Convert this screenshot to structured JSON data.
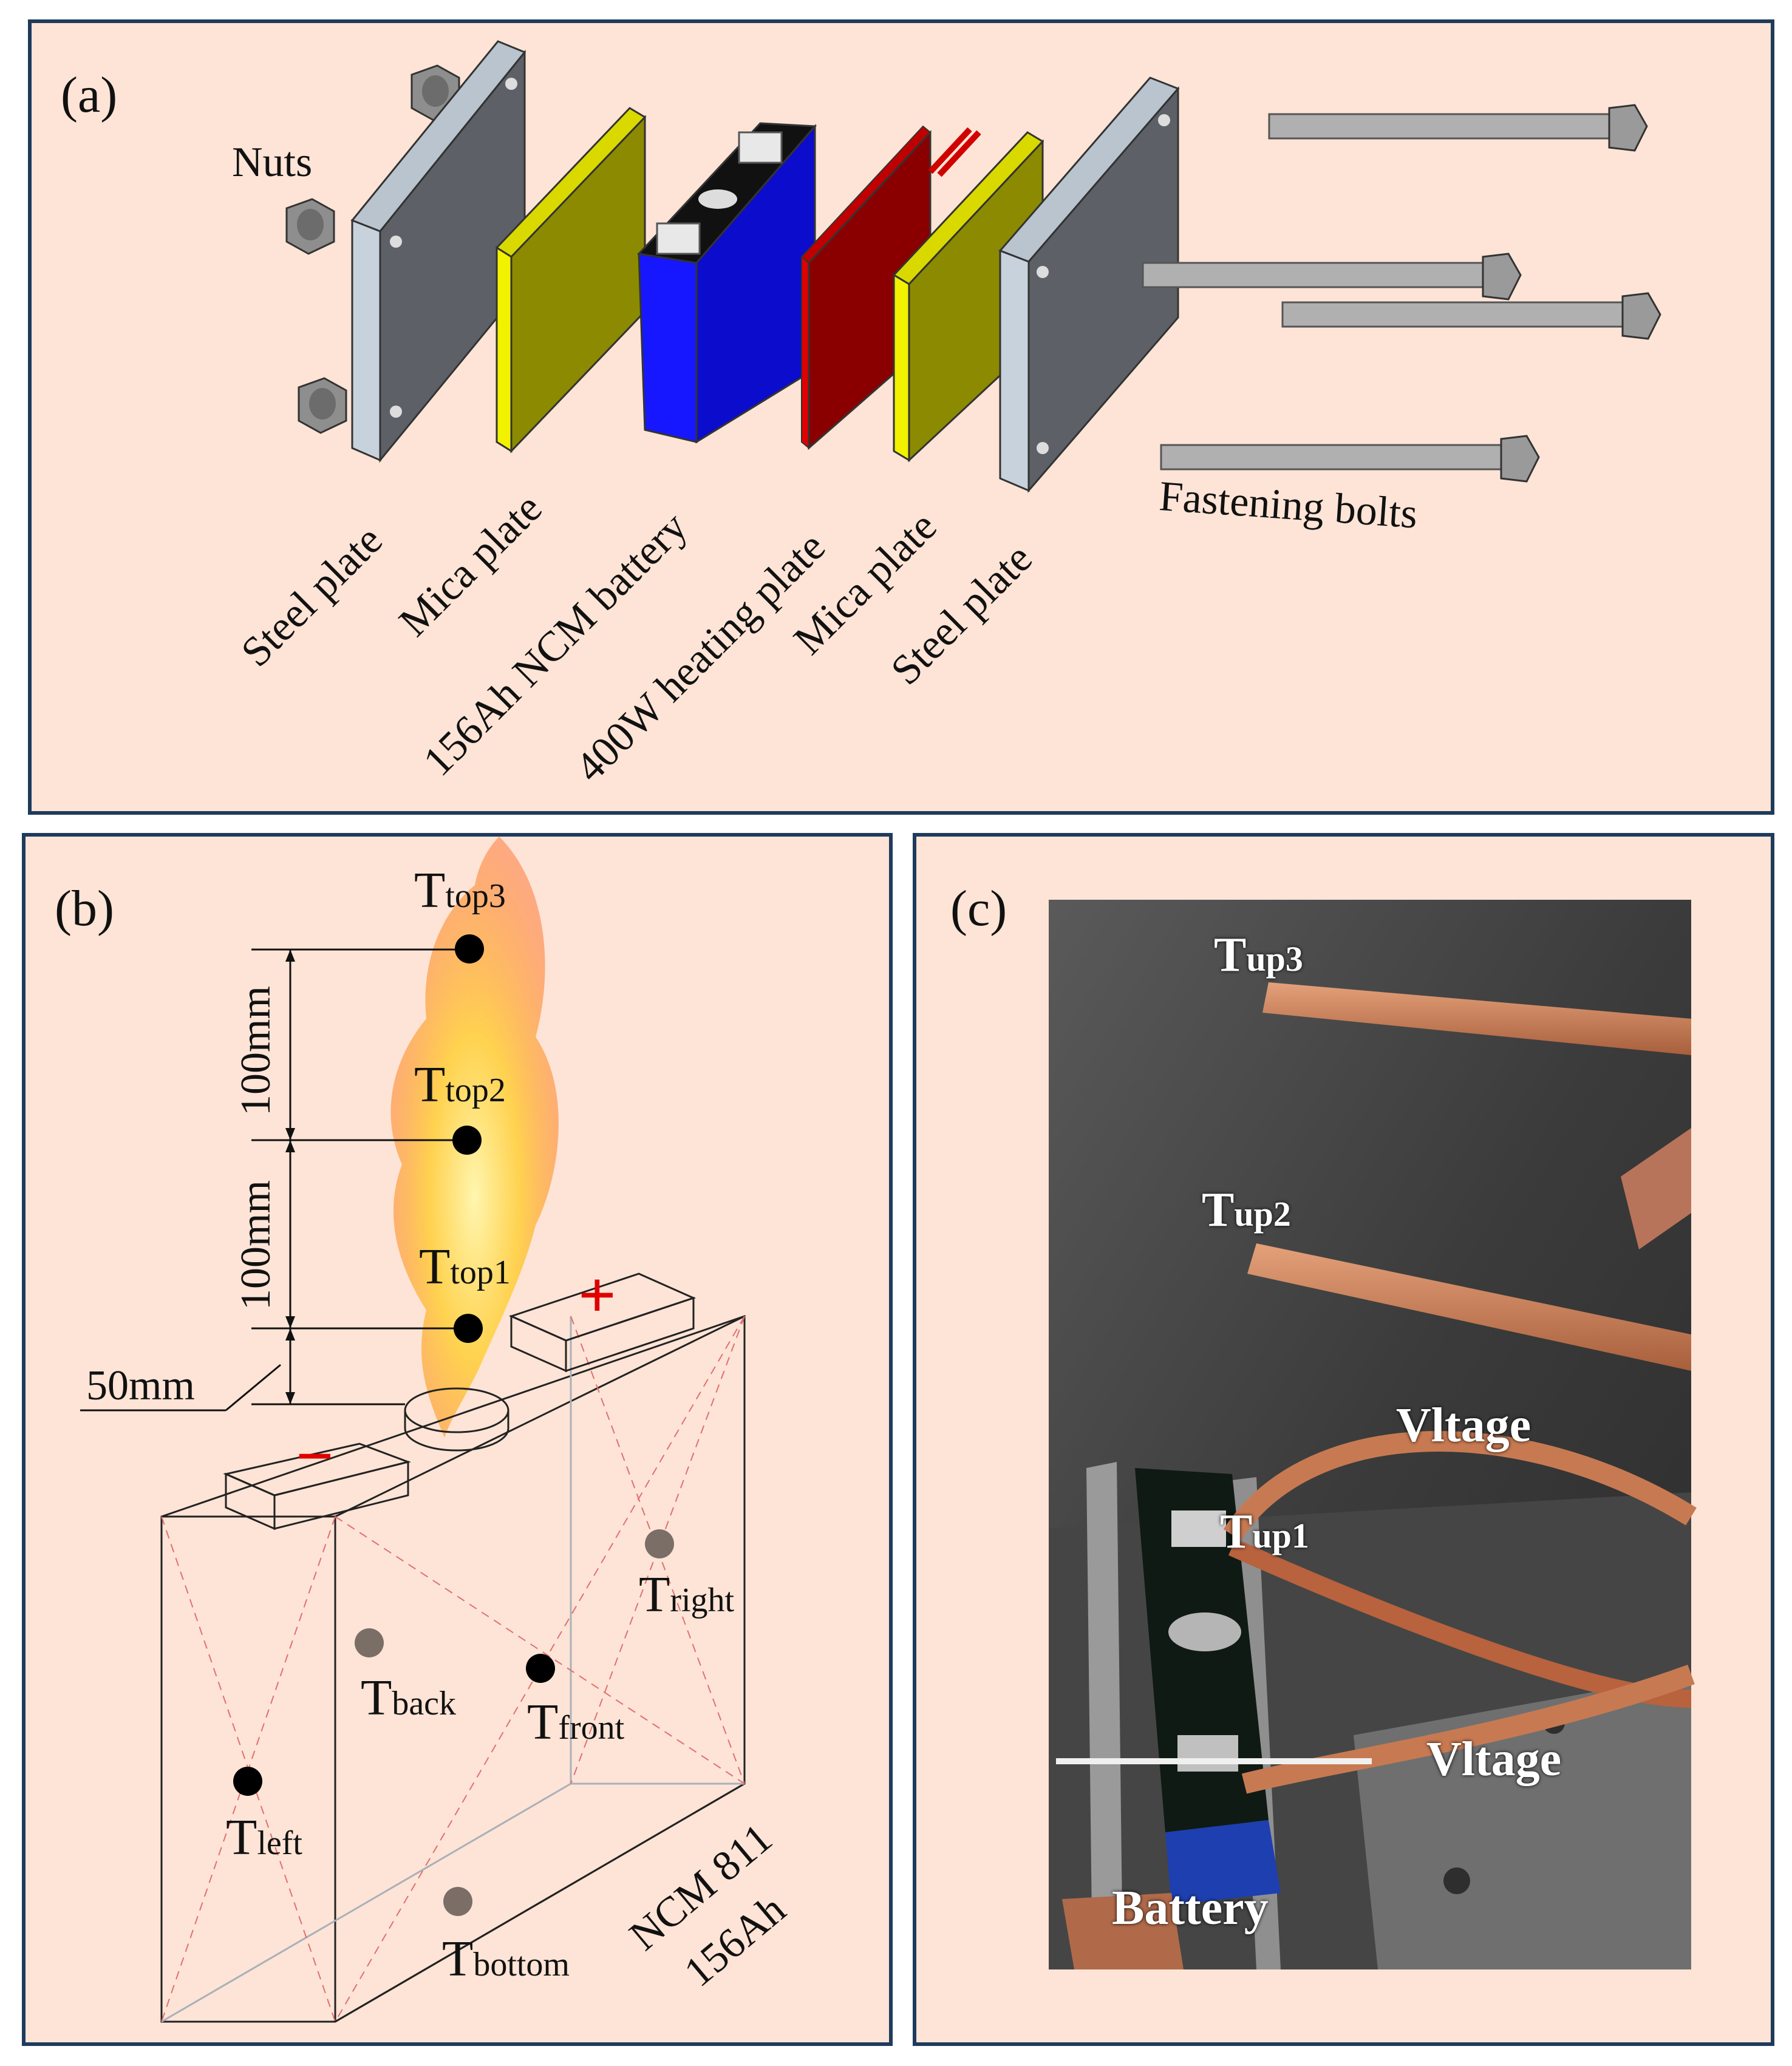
{
  "panel_a": {
    "label": "(a)",
    "nuts": "Nuts",
    "steel_plate_1": "Steel plate",
    "mica_plate_1": "Mica plate",
    "battery": "156Ah NCM battery",
    "heating_plate": "400W heating plate",
    "mica_plate_2": "Mica plate",
    "steel_plate_2": "Steel plate",
    "bolts": "Fastening bolts",
    "colors": {
      "steel": "#8e959f",
      "mica": "#8c8a00",
      "battery": "#1010e0",
      "heater": "#8a0000"
    }
  },
  "panel_b": {
    "label": "(b)",
    "dim_upper": "100mm",
    "dim_lower": "100mm",
    "dim_base": "50mm",
    "minus": "−",
    "plus": "+",
    "cell_line1": "NCM 811",
    "cell_line2": "156Ah",
    "sensors": {
      "top3_main": "T",
      "top3_sub": "top3",
      "top2_main": "T",
      "top2_sub": "top2",
      "top1_main": "T",
      "top1_sub": "top1",
      "right_main": "T",
      "right_sub": "right",
      "back_main": "T",
      "back_sub": "back",
      "front_main": "T",
      "front_sub": "front",
      "left_main": "T",
      "left_sub": "left",
      "bottom_main": "T",
      "bottom_sub": "bottom"
    }
  },
  "panel_c": {
    "label": "(c)",
    "up3_main": "T",
    "up3_sub": "up3",
    "up2_main": "T",
    "up2_sub": "up2",
    "up1_main": "T",
    "up1_sub": "up1",
    "voltage_1": "Vltage",
    "voltage_2": "Vltage",
    "battery": "Battery"
  }
}
